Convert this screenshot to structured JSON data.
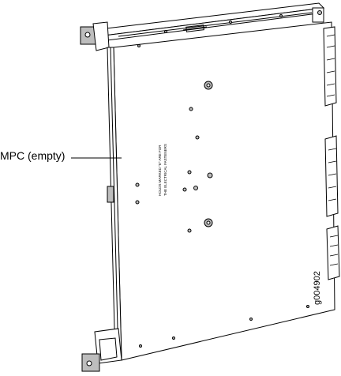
{
  "diagram": {
    "callout_label": "MPC (empty)",
    "figure_id": "g004902",
    "panel_text": [
      "HOLDS MARKED \"E\" ARE FOR",
      "THE ELECTRICAL FASTENERS"
    ],
    "line_color": "#000000",
    "fill_color": "#ffffff",
    "shade_color": "#bdbdbd"
  }
}
